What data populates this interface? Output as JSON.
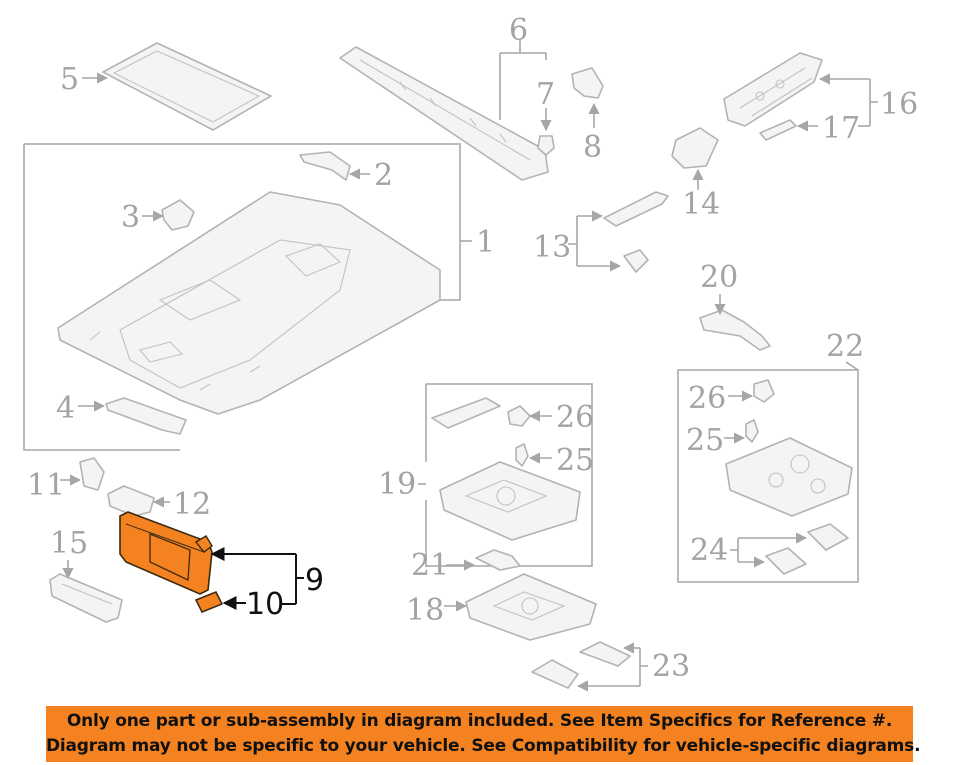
{
  "callouts": {
    "c1": "1",
    "c2": "2",
    "c3": "3",
    "c4": "4",
    "c5": "5",
    "c6": "6",
    "c7": "7",
    "c8": "8",
    "c9": "9",
    "c10": "10",
    "c11": "11",
    "c12": "12",
    "c13": "13",
    "c14": "14",
    "c15": "15",
    "c16": "16",
    "c17": "17",
    "c18": "18",
    "c19": "19",
    "c20": "20",
    "c21": "21",
    "c22": "22",
    "c23": "23",
    "c24": "24",
    "c25a": "25",
    "c25b": "25",
    "c26a": "26",
    "c26b": "26"
  },
  "highlight_color": "#f58220",
  "banner": {
    "line1": "Only one part or sub-assembly in diagram included. See Item Specifics for Reference #.",
    "line2": "Diagram may not be specific to your vehicle. See Compatibility for vehicle-specific diagrams."
  }
}
